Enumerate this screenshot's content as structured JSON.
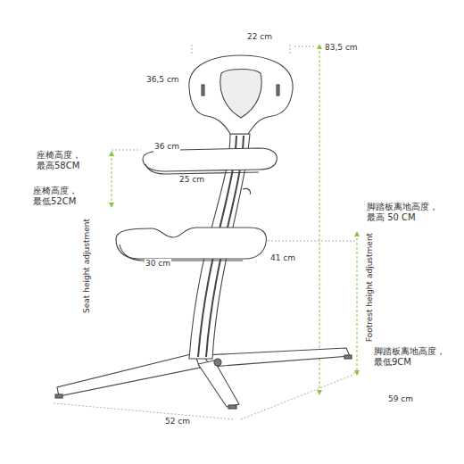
{
  "diagram": {
    "labels": [
      "22 cm",
      "83,5 cm",
      "36,5 cm",
      "36 cm",
      "25 cm",
      "30 cm",
      "41 cm",
      "52 cm",
      "59 cm",
      "座椅高度， 最高58CM",
      "座椅高度， 最低52CM",
      "脚踏板离地高度， 最高 50 CM",
      "脚踏板离地高度， 最低9CM",
      "Seat height adjustment",
      "Footrest height adjustment"
    ]
  }
}
